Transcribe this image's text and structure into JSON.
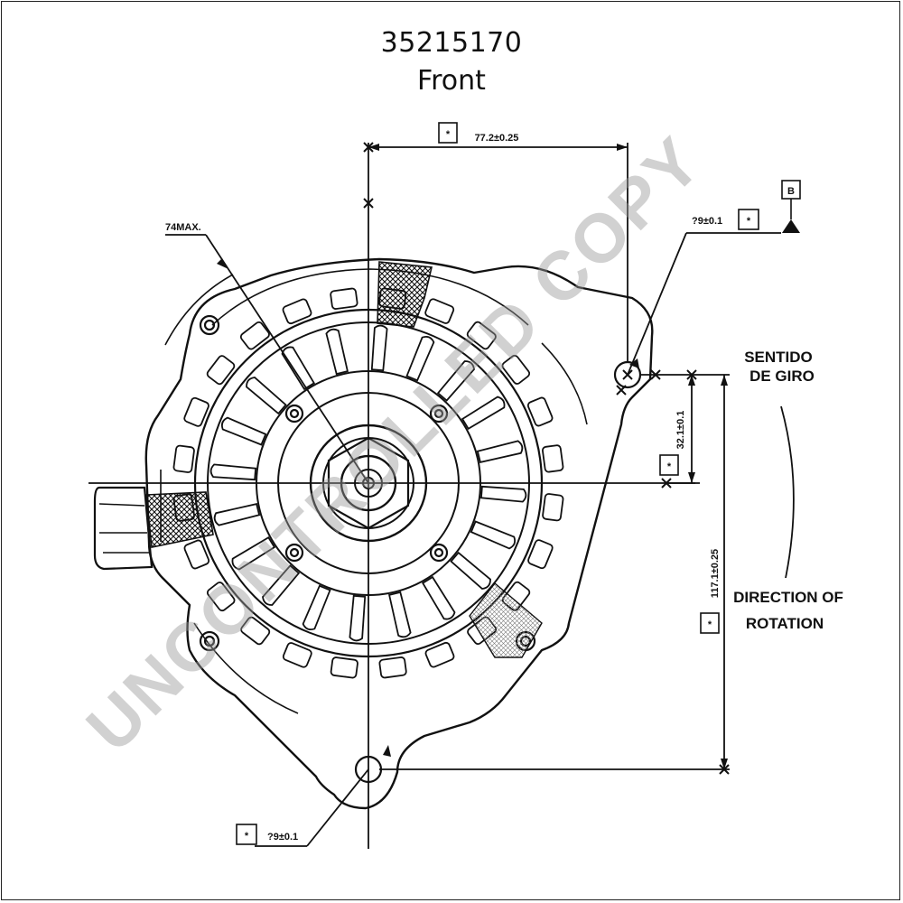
{
  "drawing": {
    "part_number": "35215170",
    "view": "Front"
  },
  "dimensions": {
    "top_width": "77.2±0.25",
    "diameter_max": "74MAX.",
    "hole_top": "?9±0.1",
    "hole_bottom": "?9±0.1",
    "vertical_small": "32.1±0.1",
    "vertical_large": "117.1±0.25",
    "datum": "B",
    "star": "*"
  },
  "rotation": {
    "spanish_line1": "SENTIDO",
    "spanish_line2": "DE GIRO",
    "english_line1": "DIRECTION OF",
    "english_line2": "ROTATION"
  },
  "watermark": "UNCONTROLLED COPY"
}
